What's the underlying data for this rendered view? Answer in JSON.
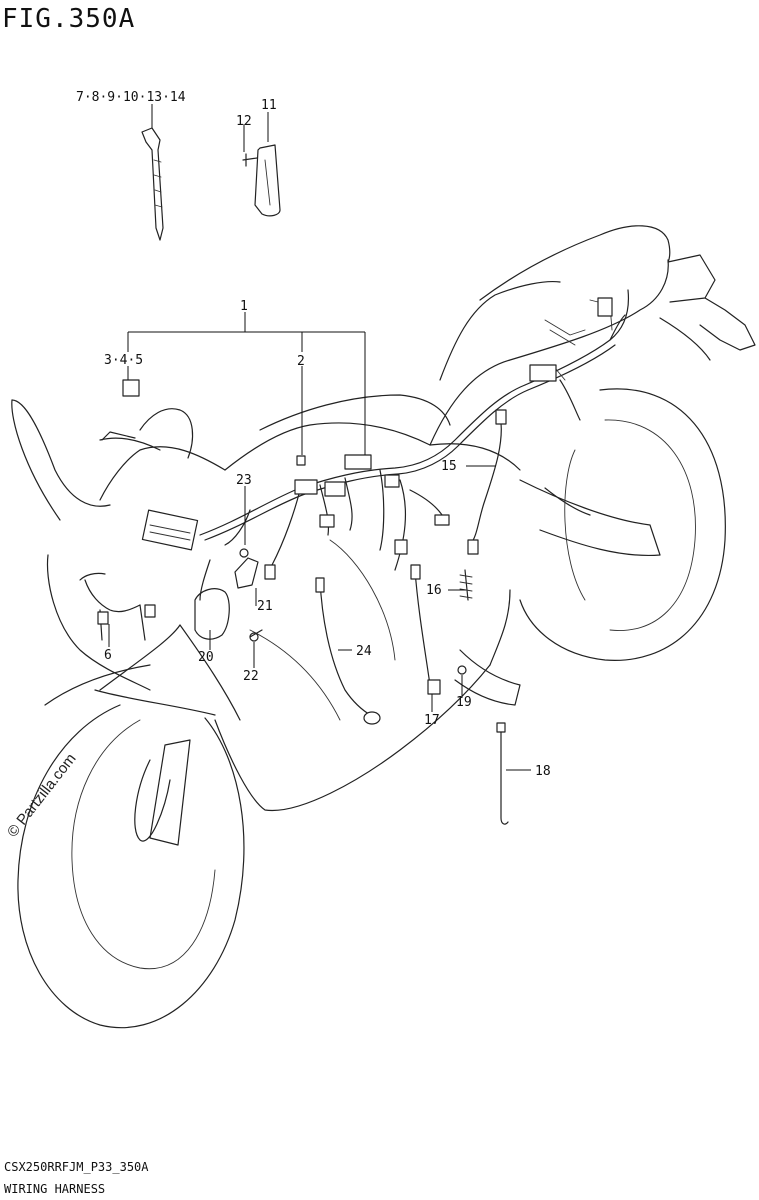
{
  "figure": {
    "title": "FIG.350A",
    "code": "CSX250RRFJM_P33_350A",
    "caption": "WIRING HARNESS",
    "watermark": "© Partzilla.com"
  },
  "callouts": {
    "c_7_14": "7·8·9·10·13·14",
    "c_11": "11",
    "c_12": "12",
    "c_1": "1",
    "c_2": "2",
    "c_3_5": "3·4·5",
    "c_23": "23",
    "c_15": "15",
    "c_16": "16",
    "c_6": "6",
    "c_21": "21",
    "c_20": "20",
    "c_22": "22",
    "c_24": "24",
    "c_17": "17",
    "c_19": "19",
    "c_18": "18"
  }
}
